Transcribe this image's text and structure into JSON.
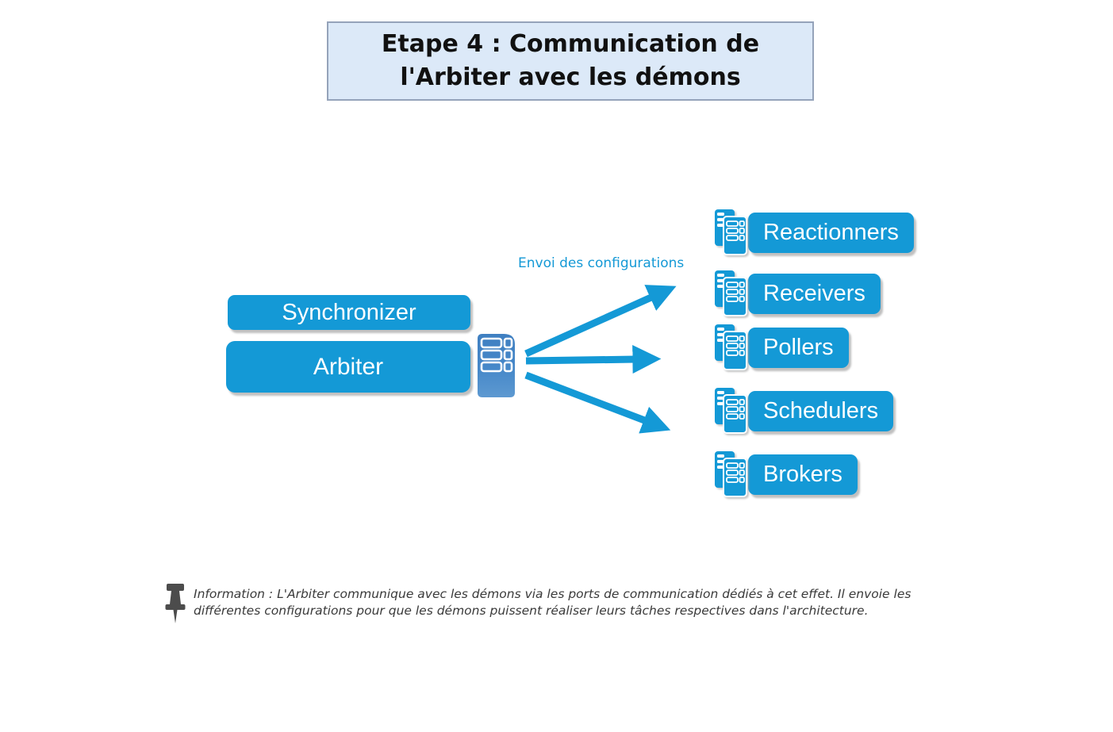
{
  "title": {
    "line1": "Etape 4 : Communication de",
    "line2": "l'Arbiter avec les démons"
  },
  "core": {
    "synchronizer_label": "Synchronizer",
    "arbiter_label": "Arbiter",
    "server_icon": "tower-server-icon"
  },
  "arrows": {
    "label": "Envoi des configurations"
  },
  "daemons": [
    {
      "label": "Reactionners",
      "icon": "server-stack-icon"
    },
    {
      "label": "Receivers",
      "icon": "server-stack-icon"
    },
    {
      "label": "Pollers",
      "icon": "server-stack-icon"
    },
    {
      "label": "Schedulers",
      "icon": "server-stack-icon"
    },
    {
      "label": "Brokers",
      "icon": "server-stack-icon"
    }
  ],
  "info": {
    "icon": "push-pin-icon",
    "line1": "Information : L'Arbiter communique avec les démons via les ports de communication dédiés à cet effet. Il envoie les",
    "line2": "différentes configurations pour que les démons puissent réaliser leurs tâches respectives dans l'architecture."
  },
  "colors": {
    "primary_blue": "#1499d6",
    "tower_blue_top": "#3f7fc1",
    "tower_blue_bottom": "#5d99d1",
    "title_bg": "#dce9f8",
    "title_border": "#95a3ba",
    "info_text": "#3a3a3a",
    "pin_gray": "#4c4c4c"
  }
}
